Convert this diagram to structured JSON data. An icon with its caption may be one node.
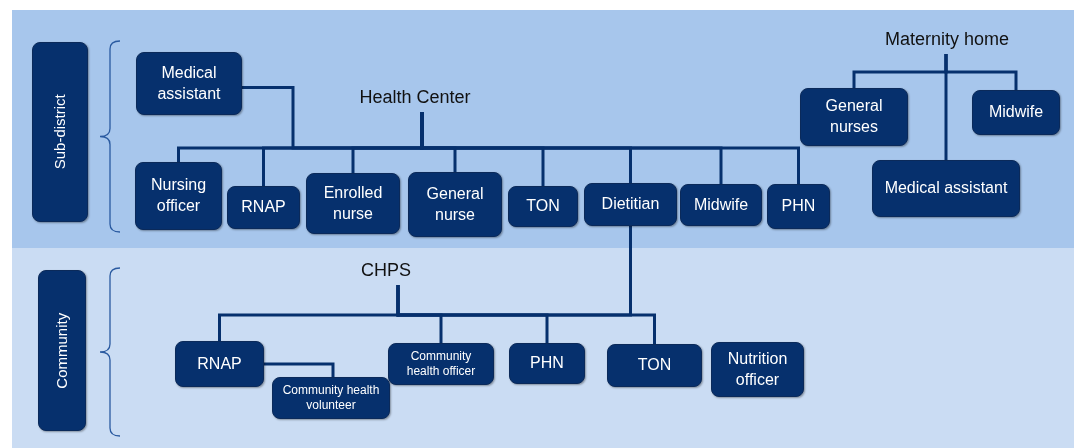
{
  "diagram": {
    "nodes": [
      {
        "text": [
          "Sub-district"
        ]
      },
      {
        "text": [
          "Medical assistant"
        ]
      },
      {
        "text": [
          "Health Center"
        ]
      },
      {
        "text": [
          "Nursing officer"
        ]
      },
      {
        "text": [
          "RNAP"
        ]
      },
      {
        "text": [
          "Enrolled nurse"
        ]
      },
      {
        "text": [
          "General nurse"
        ]
      },
      {
        "text": [
          "TON"
        ]
      },
      {
        "text": [
          "Dietitian"
        ]
      },
      {
        "text": [
          "Midwife"
        ]
      },
      {
        "text": [
          "PHN"
        ]
      },
      {
        "text": [
          "Maternity home"
        ]
      },
      {
        "text": [
          "General nurses"
        ]
      },
      {
        "text": [
          "Midwife"
        ]
      },
      {
        "text": [
          "Medical assistant"
        ]
      },
      {
        "text": [
          "Community"
        ]
      },
      {
        "text": [
          "CHPS"
        ]
      },
      {
        "text": [
          "RNAP"
        ]
      },
      {
        "text": [
          "Community health volunteer"
        ]
      },
      {
        "text": [
          "Community health officer"
        ]
      },
      {
        "text": [
          "PHN"
        ]
      },
      {
        "text": [
          "TON"
        ]
      },
      {
        "text": [
          "Nutrition officer"
        ]
      }
    ],
    "edges": [
      {
        "from": 2,
        "to": 1,
        "arrow": "none"
      },
      {
        "from": 2,
        "to": 3,
        "arrow": "none"
      },
      {
        "from": 2,
        "to": 4,
        "arrow": "none"
      },
      {
        "from": 2,
        "to": 5,
        "arrow": "none"
      },
      {
        "from": 2,
        "to": 6,
        "arrow": "none"
      },
      {
        "from": 2,
        "to": 7,
        "arrow": "none"
      },
      {
        "from": 2,
        "to": 8,
        "arrow": "none"
      },
      {
        "from": 2,
        "to": 9,
        "arrow": "none"
      },
      {
        "from": 2,
        "to": 10,
        "arrow": "none"
      },
      {
        "from": 11,
        "to": 12,
        "arrow": "none"
      },
      {
        "from": 11,
        "to": 13,
        "arrow": "none"
      },
      {
        "from": 11,
        "to": 14,
        "arrow": "none"
      },
      {
        "from": 8,
        "to": 16,
        "arrow": "none"
      },
      {
        "from": 16,
        "to": 17,
        "arrow": "none"
      },
      {
        "from": 16,
        "to": 19,
        "arrow": "none"
      },
      {
        "from": 16,
        "to": 20,
        "arrow": "none"
      },
      {
        "from": 16,
        "to": 21,
        "arrow": "none"
      },
      {
        "from": 17,
        "to": 18,
        "arrow": "none"
      }
    ]
  }
}
